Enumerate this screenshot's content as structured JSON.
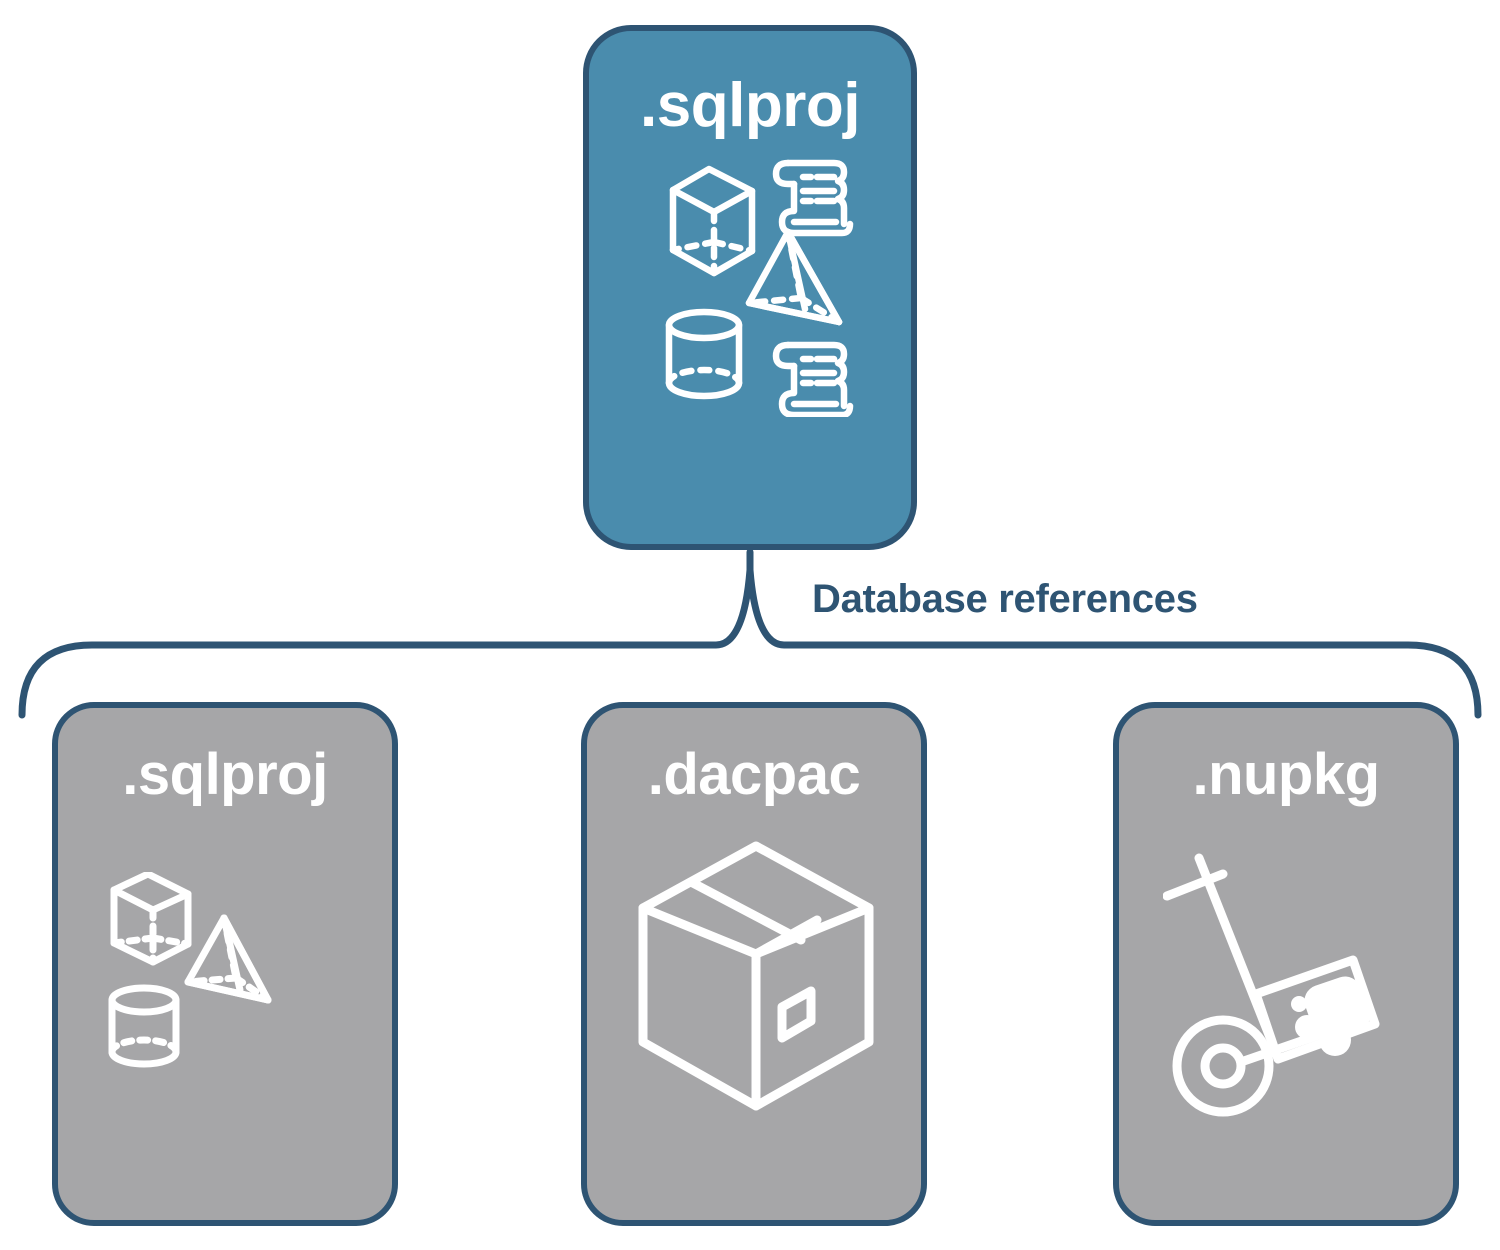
{
  "diagram": {
    "title": "Database references diagram",
    "connector_label": "Database references",
    "colors": {
      "accent_teal": "#4a8cad",
      "border_blue": "#2e5473",
      "card_gray": "#a6a6a8",
      "icon_white": "#ffffff",
      "background": "#ffffff"
    }
  },
  "root_node": {
    "label": ".sqlproj",
    "fill": "#4a8cad",
    "icons": [
      "cube-wireframe-icon",
      "pyramid-wireframe-icon",
      "cylinder-wireframe-icon",
      "scroll-script-icon",
      "scroll-script-icon"
    ]
  },
  "reference_nodes": [
    {
      "label": ".sqlproj",
      "fill": "#a6a6a8",
      "icons": [
        "cube-wireframe-icon",
        "pyramid-wireframe-icon",
        "cylinder-wireframe-icon"
      ]
    },
    {
      "label": ".dacpac",
      "fill": "#a6a6a8",
      "icons": [
        "shipping-box-icon"
      ]
    },
    {
      "label": ".nupkg",
      "fill": "#a6a6a8",
      "icons": [
        "hand-truck-package-icon"
      ]
    }
  ]
}
